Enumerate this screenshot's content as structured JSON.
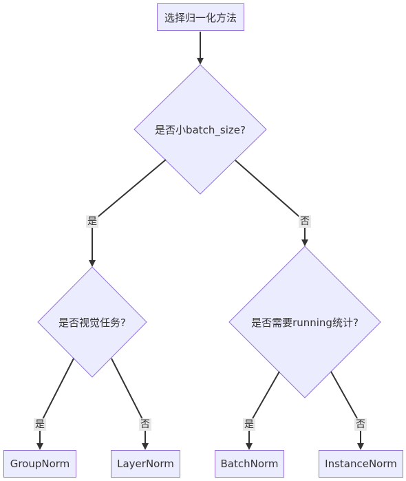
{
  "nodes": {
    "start": "选择归一化方法",
    "q1": "是否小batch_size?",
    "q2": "是否视觉任务?",
    "q3": "是否需要running统计?",
    "group": "GroupNorm",
    "layer": "LayerNorm",
    "batch": "BatchNorm",
    "instance": "InstanceNorm"
  },
  "edges": {
    "q1_yes": "是",
    "q1_no": "否",
    "q2_yes": "是",
    "q2_no": "否",
    "q3_yes": "是",
    "q3_no": "否"
  },
  "colors": {
    "node_fill": "#ECECFF",
    "node_border": "#9370DB",
    "edge": "#333333",
    "label_bg": "#e8e8e8"
  }
}
